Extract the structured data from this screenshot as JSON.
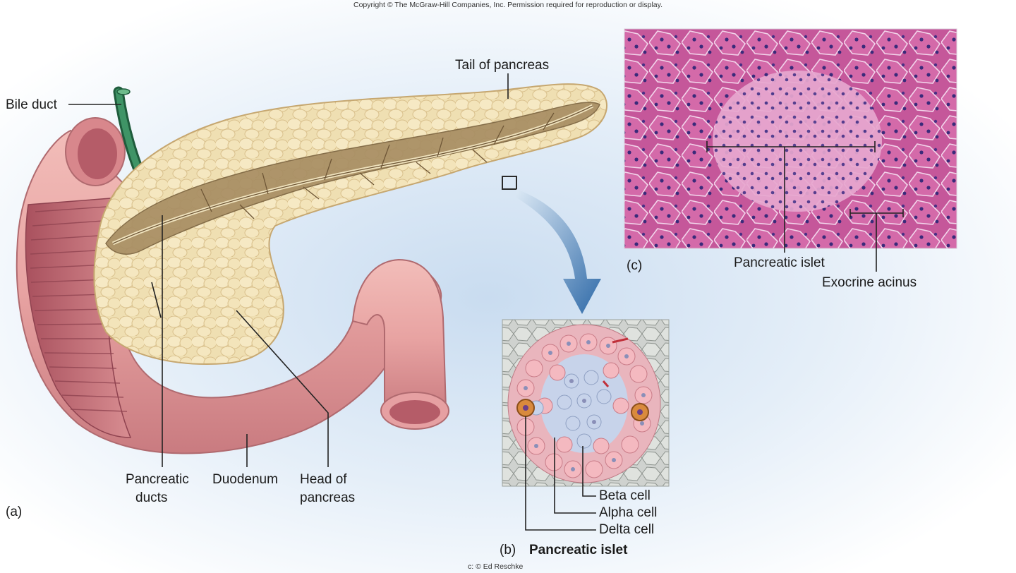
{
  "copyright": "Copyright © The McGraw-Hill Companies, Inc. Permission required for reproduction or display.",
  "photo_credit": "c: © Ed Reschke",
  "panel_a": {
    "letter": "(a)",
    "labels": {
      "bile_duct": "Bile duct",
      "tail": "Tail of pancreas",
      "pancreatic_ducts_1": "Pancreatic",
      "pancreatic_ducts_2": "ducts",
      "duodenum": "Duodenum",
      "head_1": "Head of",
      "head_2": "pancreas"
    }
  },
  "panel_b": {
    "letter": "(b)",
    "title": "Pancreatic islet",
    "labels": {
      "beta": "Beta cell",
      "alpha": "Alpha cell",
      "delta": "Delta cell"
    }
  },
  "panel_c": {
    "letter": "(c)",
    "labels": {
      "islet": "Pancreatic islet",
      "acinus": "Exocrine acinus"
    }
  },
  "colors": {
    "duodenum": "#e9a6a4",
    "duodenum_dark": "#b85e67",
    "pancreas": "#ead9ab",
    "pancreas_duct_area": "#a88e63",
    "bile_duct": "#2f7a52",
    "histology": "#c8609f",
    "islet_cell_pink": "#f4b9c0",
    "islet_cell_blue": "#c7d3ea",
    "delta_cell": "#d98a3d",
    "arrow": "#3a78b5"
  }
}
